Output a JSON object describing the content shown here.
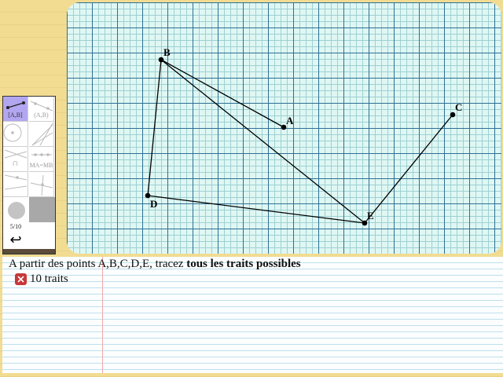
{
  "points": [
    {
      "name": "B",
      "label": "B"
    },
    {
      "name": "A",
      "label": "A"
    },
    {
      "name": "C",
      "label": "C"
    },
    {
      "name": "D",
      "label": "D"
    },
    {
      "name": "E",
      "label": "E"
    }
  ],
  "palette": {
    "tools": [
      {
        "label": "[A,B]",
        "active": true
      },
      {
        "label": "(A,B)",
        "active": false
      },
      {
        "label": "",
        "active": false
      },
      {
        "label": "",
        "active": false
      },
      {
        "label": "∩",
        "active": false
      },
      {
        "label": "MA=MB",
        "active": false
      },
      {
        "label": "",
        "active": false
      },
      {
        "label": "",
        "active": false
      }
    ],
    "page": "5/10",
    "undo_symbol": "↩"
  },
  "instruction": {
    "prefix": "A partir des points A,B,C,D,E, tracez ",
    "bold": "tous les traits possibles"
  },
  "status": {
    "text": "10 traits",
    "icon": "failure-cross-icon",
    "icon_color": "#c73838"
  },
  "colors": {
    "grid_major": "#2f6f95",
    "grid_minor": "#9fd0d3",
    "canvas_bg": "#dff7f3",
    "pad_bg": "#f1dc92",
    "active_tool": "#b3a6f0"
  }
}
